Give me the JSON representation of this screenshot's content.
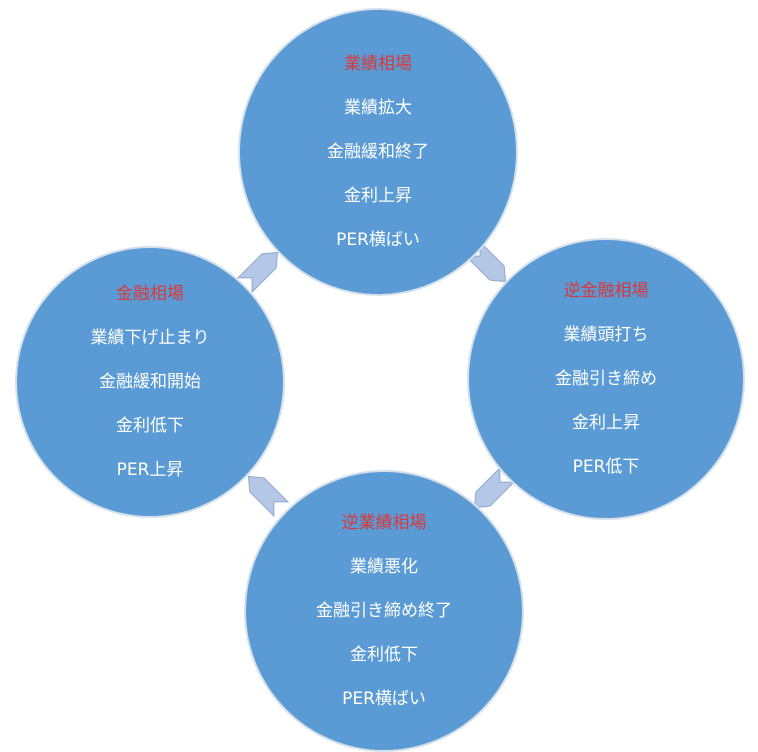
{
  "colors": {
    "circle": "#5b9bd5",
    "title": "#d9383a",
    "text": "#ffffff",
    "arrow": "#b4c7e7"
  },
  "phases": [
    {
      "title": "業績相場",
      "items": [
        "業績拡大",
        "金融緩和終了",
        "金利上昇",
        "PER横ばい"
      ]
    },
    {
      "title": "逆金融相場",
      "items": [
        "業績頭打ち",
        "金融引き締め",
        "金利上昇",
        "PER低下"
      ]
    },
    {
      "title": "逆業績相場",
      "items": [
        "業績悪化",
        "金融引き締め終了",
        "金利低下",
        "PER横ばい"
      ]
    },
    {
      "title": "金融相場",
      "items": [
        "業績下げ止まり",
        "金融緩和開始",
        "金利低下",
        "PER上昇"
      ]
    }
  ]
}
